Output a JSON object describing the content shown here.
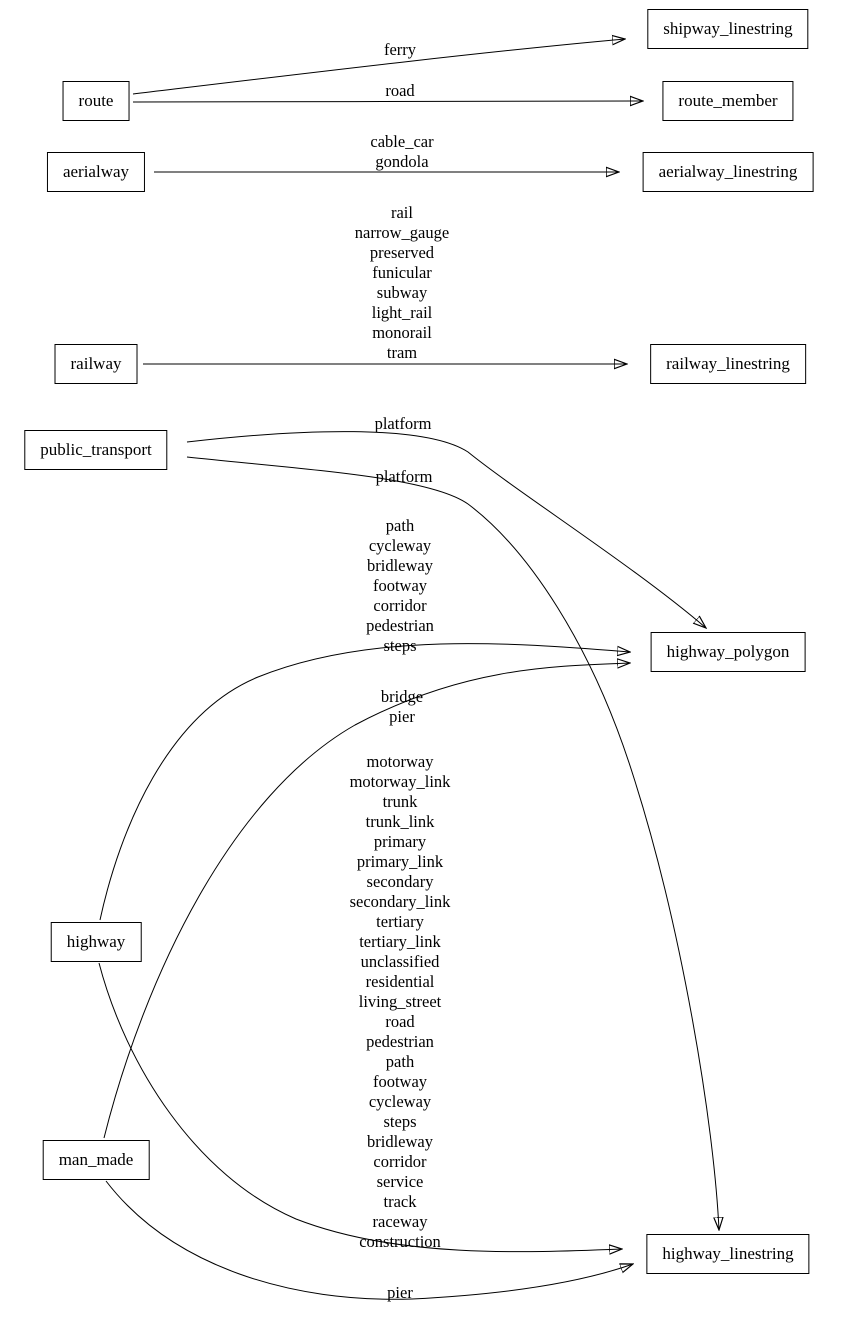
{
  "diagram": {
    "type": "graph",
    "background_color": "#ffffff",
    "stroke_color": "#000000",
    "nodes": [
      {
        "id": "route",
        "label": "route"
      },
      {
        "id": "aerialway",
        "label": "aerialway"
      },
      {
        "id": "railway",
        "label": "railway"
      },
      {
        "id": "public_transport",
        "label": "public_transport"
      },
      {
        "id": "highway",
        "label": "highway"
      },
      {
        "id": "man_made",
        "label": "man_made"
      },
      {
        "id": "shipway_linestring",
        "label": "shipway_linestring"
      },
      {
        "id": "route_member",
        "label": "route_member"
      },
      {
        "id": "aerialway_linestring",
        "label": "aerialway_linestring"
      },
      {
        "id": "railway_linestring",
        "label": "railway_linestring"
      },
      {
        "id": "highway_polygon",
        "label": "highway_polygon"
      },
      {
        "id": "highway_linestring",
        "label": "highway_linestring"
      }
    ],
    "edges": [
      {
        "from": "route",
        "to": "shipway_linestring",
        "label": "ferry"
      },
      {
        "from": "route",
        "to": "route_member",
        "label": "road"
      },
      {
        "from": "aerialway",
        "to": "aerialway_linestring",
        "label": "cable_car\ngondola"
      },
      {
        "from": "railway",
        "to": "railway_linestring",
        "label": "rail\nnarrow_gauge\npreserved\nfunicular\nsubway\nlight_rail\nmonorail\ntram"
      },
      {
        "from": "public_transport",
        "to": "highway_polygon",
        "label": "platform"
      },
      {
        "from": "public_transport",
        "to": "highway_linestring",
        "label": "platform"
      },
      {
        "from": "highway",
        "to": "highway_polygon",
        "label": "path\ncycleway\nbridleway\nfootway\ncorridor\npedestrian\nsteps"
      },
      {
        "from": "man_made",
        "to": "highway_polygon",
        "label": "bridge\npier"
      },
      {
        "from": "highway",
        "to": "highway_linestring",
        "label": "motorway\nmotorway_link\ntrunk\ntrunk_link\nprimary\nprimary_link\nsecondary\nsecondary_link\ntertiary\ntertiary_link\nunclassified\nresidential\nliving_street\nroad\npedestrian\npath\nfootway\ncycleway\nsteps\nbridleway\ncorridor\nservice\ntrack\nraceway\nconstruction"
      },
      {
        "from": "man_made",
        "to": "highway_linestring",
        "label": "pier"
      }
    ]
  }
}
